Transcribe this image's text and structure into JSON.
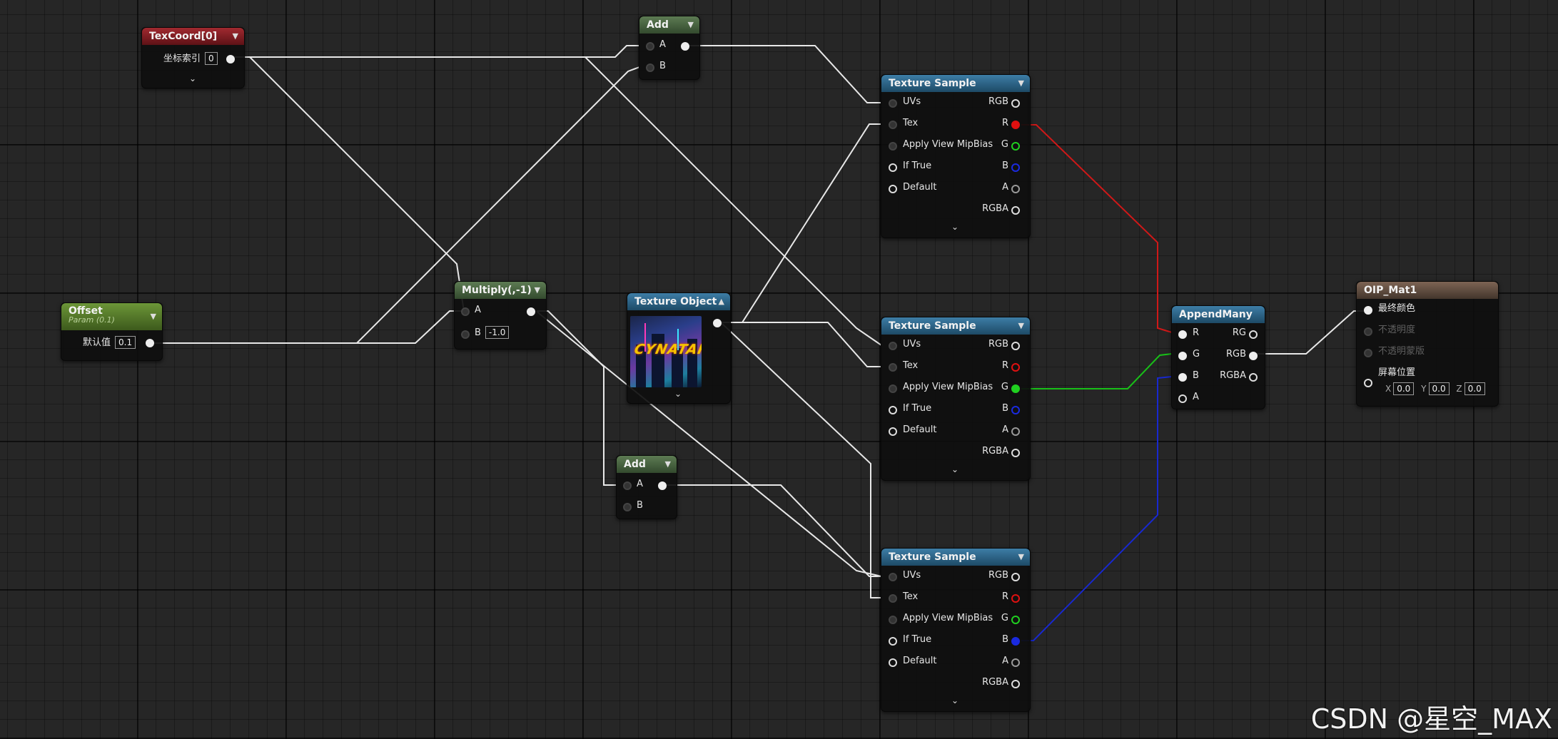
{
  "nodes": {
    "texcoord": {
      "title": "TexCoord[0]",
      "index_label": "坐标索引",
      "index_value": "0"
    },
    "add_top": {
      "title": "Add",
      "pin_a": "A",
      "pin_b": "B"
    },
    "offset": {
      "title": "Offset",
      "subtitle": "Param (0.1)",
      "default_label": "默认值",
      "default_value": "0.1"
    },
    "multiply": {
      "title": "Multiply(,-1)",
      "pin_a": "A",
      "pin_b": "B",
      "b_value": "-1.0"
    },
    "texture_object": {
      "title": "Texture Object",
      "thumbnail_text": "CYNATAR"
    },
    "add_bottom": {
      "title": "Add",
      "pin_a": "A",
      "pin_b": "B"
    },
    "texture_sample": {
      "title": "Texture Sample",
      "inputs": [
        "UVs",
        "Tex",
        "Apply View MipBias",
        "If True",
        "Default"
      ],
      "outputs": [
        "RGB",
        "R",
        "G",
        "B",
        "A",
        "RGBA"
      ]
    },
    "append_many": {
      "title": "AppendMany",
      "inputs": [
        "R",
        "G",
        "B",
        "A"
      ],
      "outputs": [
        "RG",
        "RGB",
        "RGBA"
      ]
    },
    "material": {
      "title": "OIP_Mat1",
      "pins": [
        "最终颜色",
        "不透明度",
        "不透明蒙版",
        "屏幕位置"
      ],
      "screen_pos": {
        "x_label": "X",
        "x": "0.0",
        "y_label": "Y",
        "y": "0.0",
        "z_label": "Z",
        "z": "0.0"
      }
    }
  },
  "colors": {
    "red_wire": "#d01818",
    "green_wire": "#18c018",
    "blue_wire": "#1828d0",
    "white_wire": "#e8e8e8"
  },
  "watermark": "CSDN @星空_MAX"
}
